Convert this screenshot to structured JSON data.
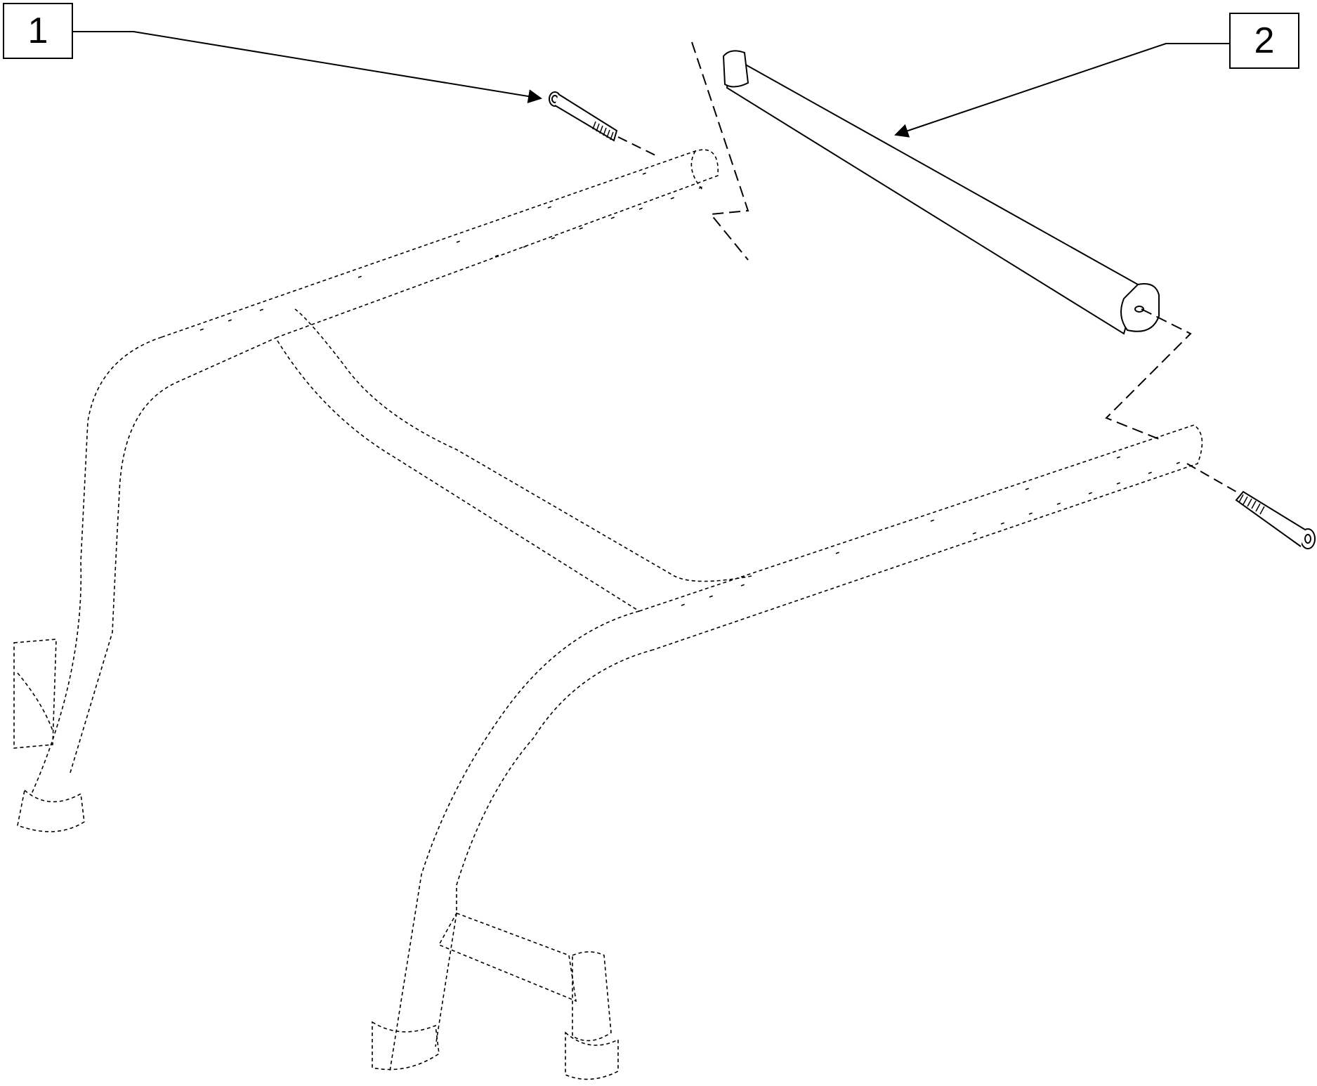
{
  "diagram": {
    "type": "exploded-parts-view",
    "callouts": [
      {
        "label": "1",
        "part": "bolt"
      },
      {
        "label": "2",
        "part": "push-handle-bar"
      }
    ],
    "colors": {
      "line": "#000000",
      "background": "#ffffff"
    }
  }
}
